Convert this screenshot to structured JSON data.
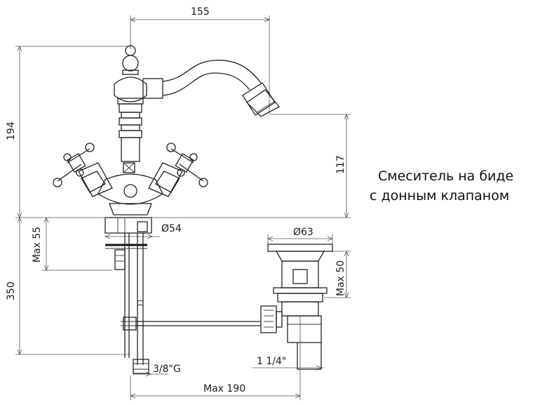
{
  "caption": {
    "line1": "Смеситель на биде",
    "line2": "с донным клапаном"
  },
  "dimensions": {
    "top_width": "155",
    "total_height": "194",
    "spout_height": "117",
    "base_diameter": "Ø54",
    "max_thickness": "Max 55",
    "below_length": "350",
    "waste_diameter": "Ø63",
    "waste_max": "Max 50",
    "waste_thread": "1 1/4\"",
    "supply_thread": "3/8\"G",
    "max_reach": "Max 190"
  },
  "colors": {
    "line": "#222222",
    "text": "#1a1a1a"
  }
}
